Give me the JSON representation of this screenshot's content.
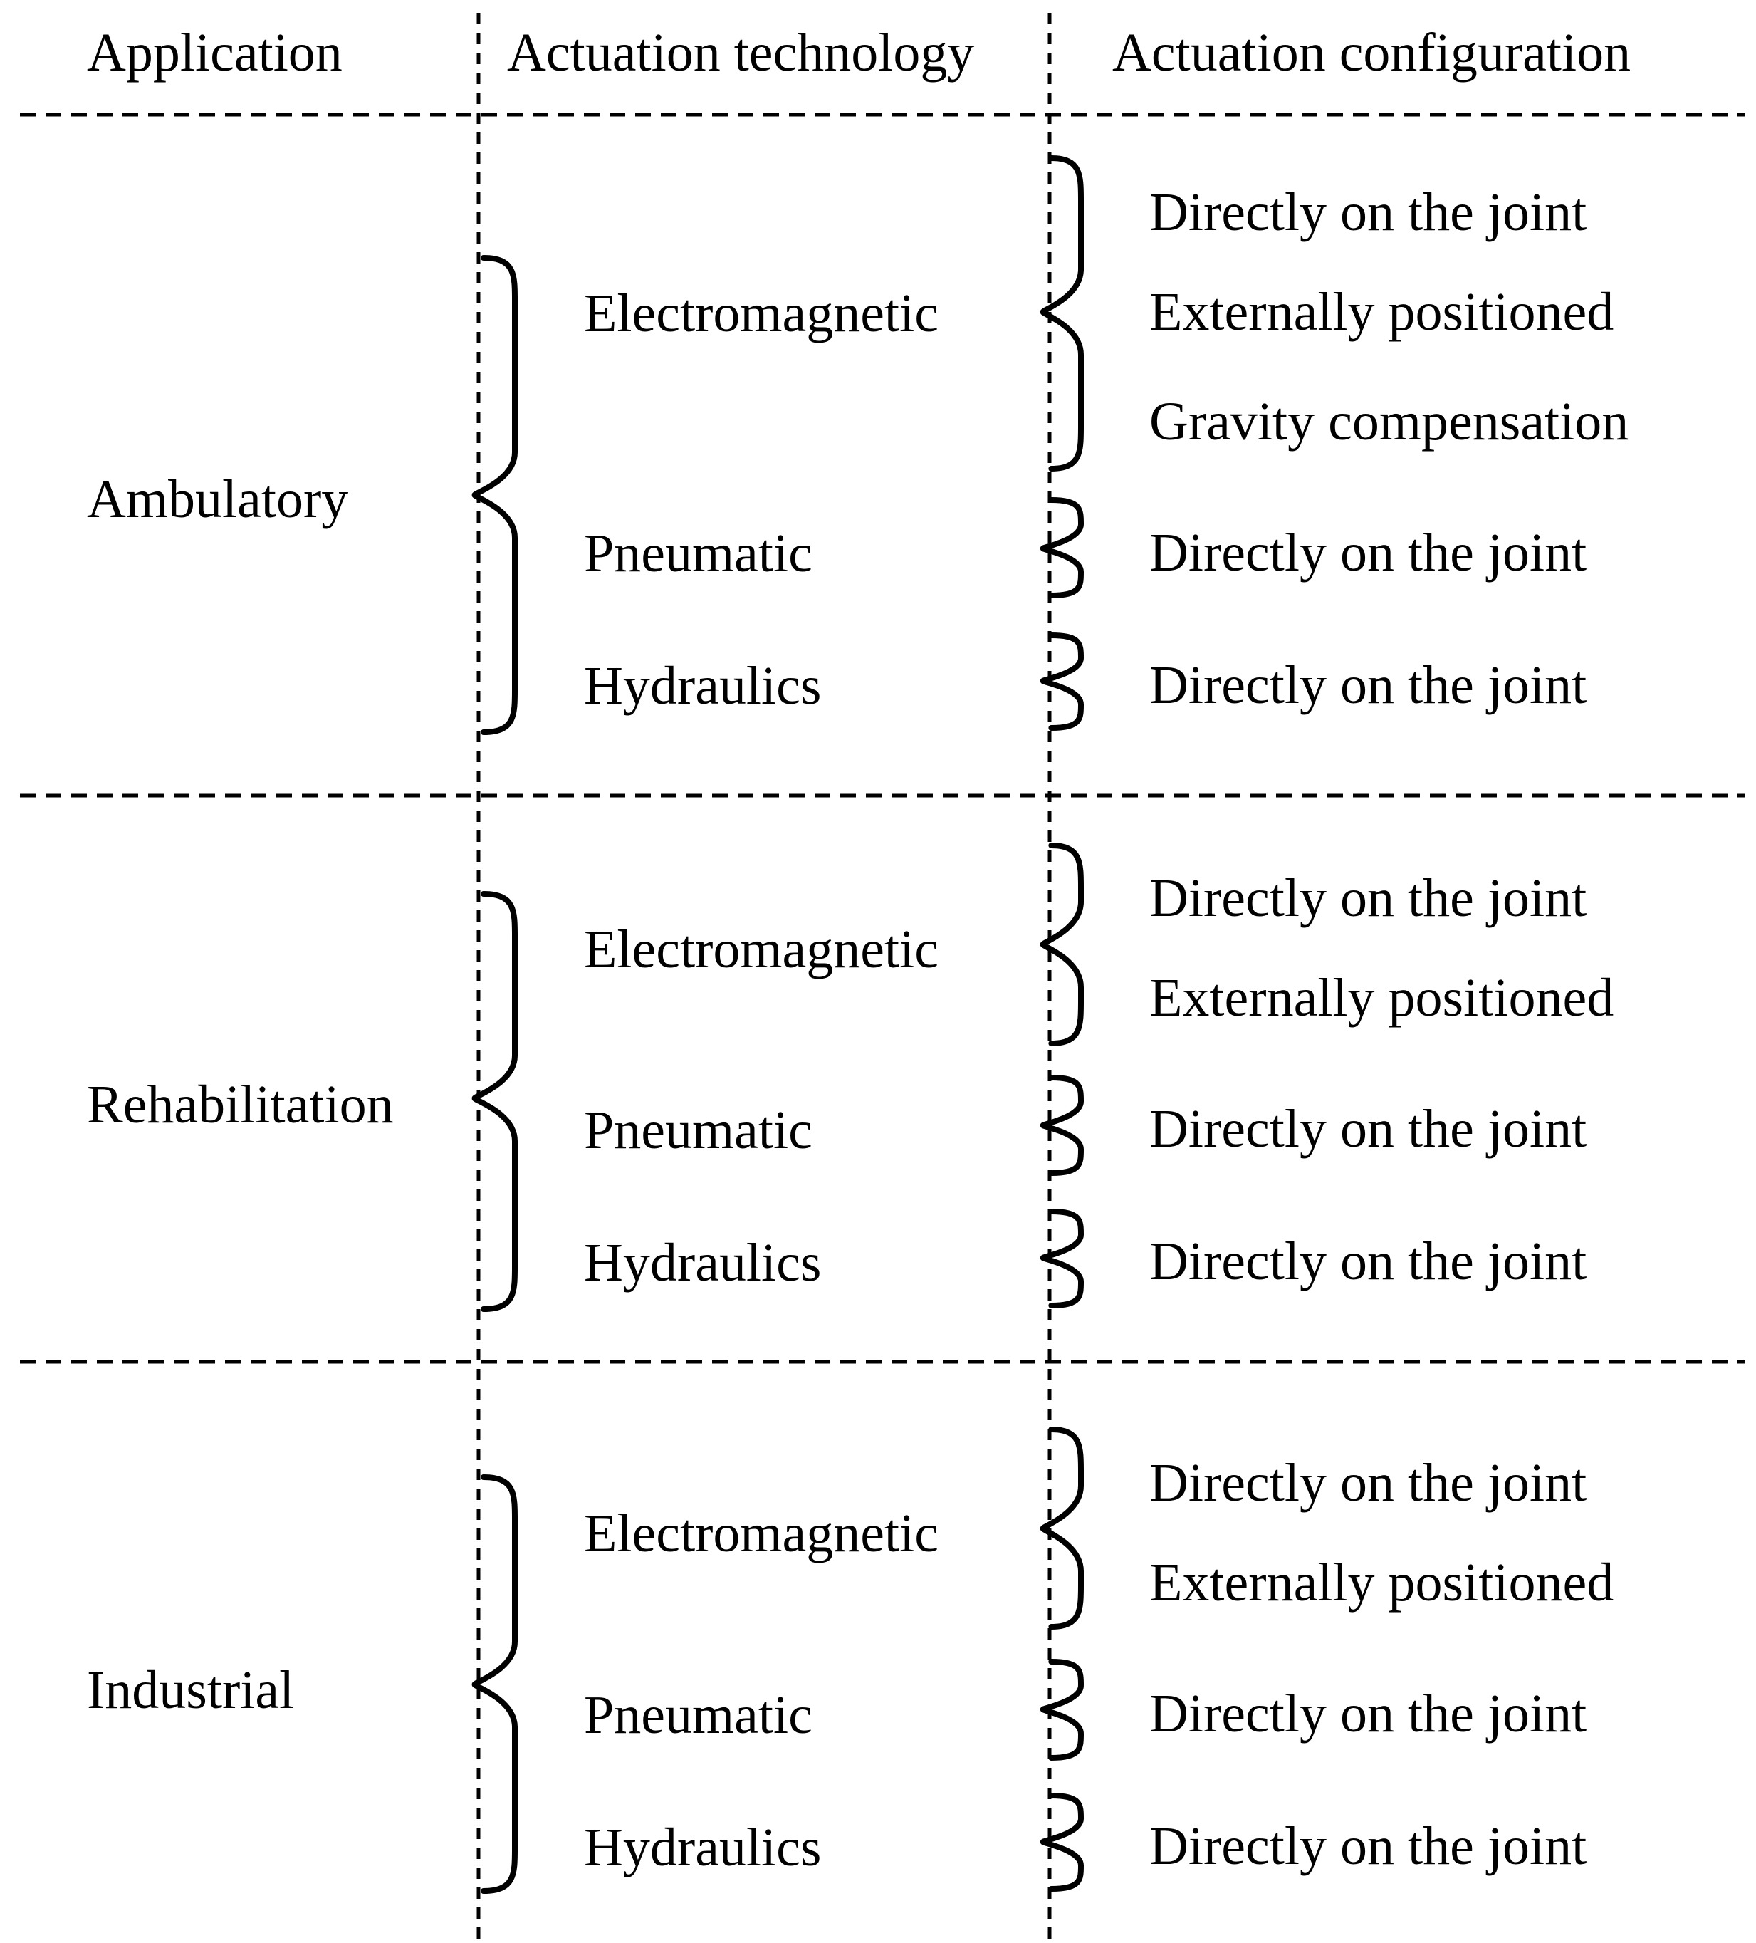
{
  "header": {
    "application": "Application",
    "technology": "Actuation technology",
    "configuration": "Actuation configuration"
  },
  "groups": [
    {
      "application": "Ambulatory",
      "technologies": [
        {
          "name": "Electromagnetic",
          "configurations": [
            "Directly on the joint",
            "Externally positioned",
            "Gravity compensation"
          ]
        },
        {
          "name": "Pneumatic",
          "configurations": [
            "Directly on the joint"
          ]
        },
        {
          "name": "Hydraulics",
          "configurations": [
            "Directly on the joint"
          ]
        }
      ]
    },
    {
      "application": "Rehabilitation",
      "technologies": [
        {
          "name": "Electromagnetic",
          "configurations": [
            "Directly on the joint",
            "Externally positioned"
          ]
        },
        {
          "name": "Pneumatic",
          "configurations": [
            "Directly on the joint"
          ]
        },
        {
          "name": "Hydraulics",
          "configurations": [
            "Directly on the joint"
          ]
        }
      ]
    },
    {
      "application": "Industrial",
      "technologies": [
        {
          "name": "Electromagnetic",
          "configurations": [
            "Directly on the joint",
            "Externally positioned"
          ]
        },
        {
          "name": "Pneumatic",
          "configurations": [
            "Directly on the joint"
          ]
        },
        {
          "name": "Hydraulics",
          "configurations": [
            "Directly on the joint"
          ]
        }
      ]
    }
  ]
}
